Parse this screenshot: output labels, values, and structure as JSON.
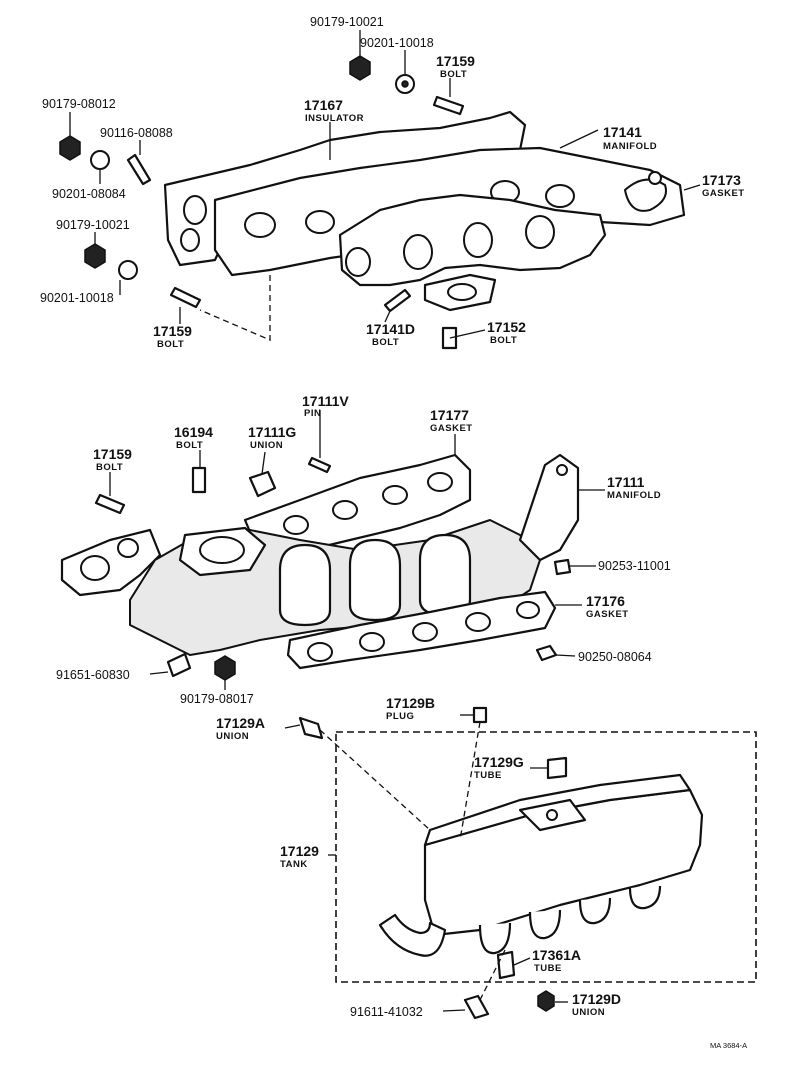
{
  "labels": {
    "p90179_10021_top": "90179-10021",
    "p90201_10018_top": "90201-10018",
    "p17159_top": "17159",
    "p17159_top_name": "BOLT",
    "p90179_08012": "90179-08012",
    "p90116_08088": "90116-08088",
    "p17167": "17167",
    "p17167_name": "INSULATOR",
    "p17141": "17141",
    "p17141_name": "MANIFOLD",
    "p17173": "17173",
    "p17173_name": "GASKET",
    "p90201_08084": "90201-08084",
    "p90179_10021_left": "90179-10021",
    "p90201_10018_left": "90201-10018",
    "p17159_left": "17159",
    "p17159_left_name": "BOLT",
    "p17141D": "17141D",
    "p17141D_name": "BOLT",
    "p17152": "17152",
    "p17152_name": "BOLT",
    "p17111V": "17111V",
    "p17111V_name": "PIN",
    "p17177": "17177",
    "p17177_name": "GASKET",
    "p16194": "16194",
    "p16194_name": "BOLT",
    "p17111G": "17111G",
    "p17111G_name": "UNION",
    "p17159_mid": "17159",
    "p17159_mid_name": "BOLT",
    "p17111": "17111",
    "p17111_name": "MANIFOLD",
    "p90253_11001": "90253-11001",
    "p17176": "17176",
    "p17176_name": "GASKET",
    "p90250_08064": "90250-08064",
    "p91651_60830": "91651-60830",
    "p90179_08017": "90179-08017",
    "p17129B": "17129B",
    "p17129B_name": "PLUG",
    "p17129A": "17129A",
    "p17129A_name": "UNION",
    "p17129G": "17129G",
    "p17129G_name": "TUBE",
    "p17129": "17129",
    "p17129_name": "TANK",
    "p17361A": "17361A",
    "p17361A_name": "TUBE",
    "p91611_41032": "91611-41032",
    "p17129D": "17129D",
    "p17129D_name": "UNION",
    "ref": "MA 3684-A"
  }
}
